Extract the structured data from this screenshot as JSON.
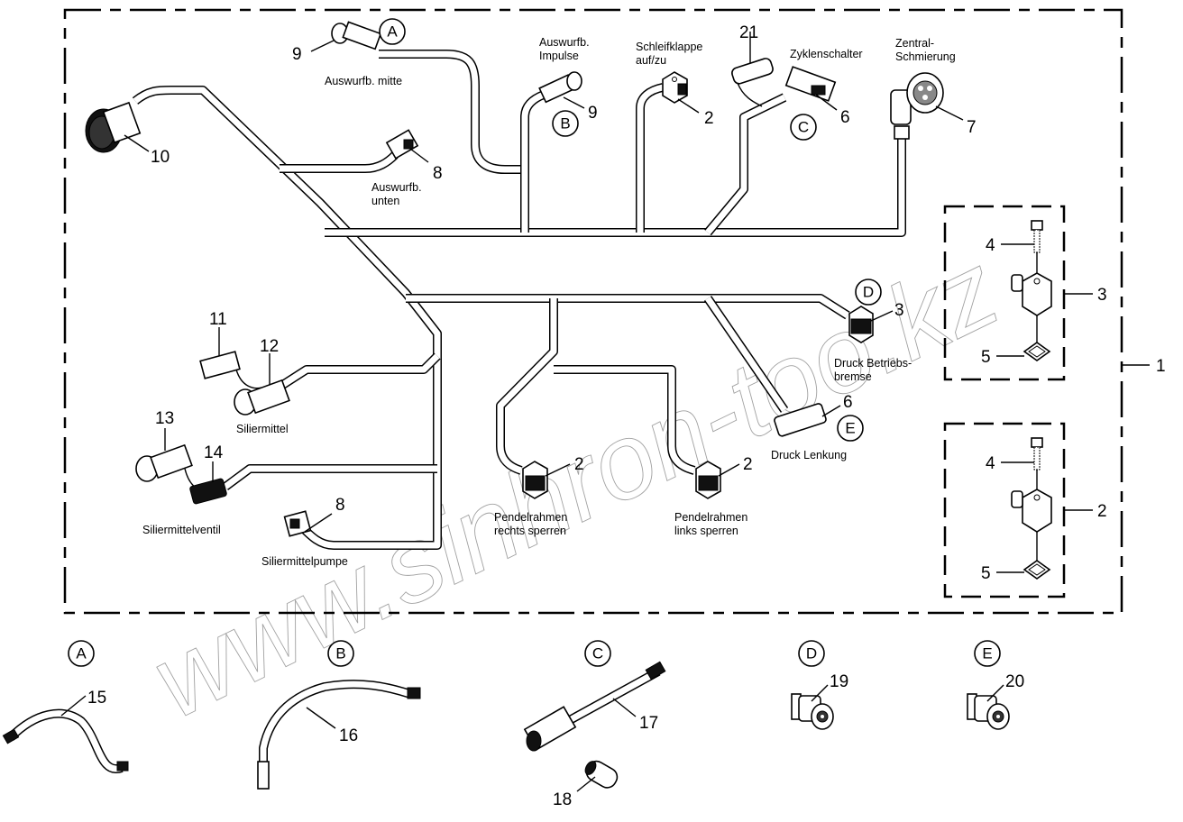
{
  "diagram": {
    "type": "wiring-harness-exploded-view",
    "watermark": "www.sinhron-too.kz",
    "assembly_callout": "1",
    "main_connectors": [
      {
        "num": "9",
        "label": "Auswurfb. mitte",
        "detail": "A"
      },
      {
        "num": "9",
        "label": "Auswurfb. Impulse",
        "detail": "B"
      },
      {
        "num": "2",
        "label": "Schleifklappe auf/zu"
      },
      {
        "num": "21",
        "label": ""
      },
      {
        "num": "6",
        "label": "Zyklenschalter",
        "detail": "C"
      },
      {
        "num": "7",
        "label": "Zentral- Schmierung"
      },
      {
        "num": "10",
        "label": ""
      },
      {
        "num": "8",
        "label": "Auswurfb. unten"
      },
      {
        "num": "3",
        "label": "Druck Betriebs- bremse",
        "detail": "D"
      },
      {
        "num": "6",
        "label": "Druck Lenkung",
        "detail": "E"
      },
      {
        "num": "11",
        "label": ""
      },
      {
        "num": "12",
        "label": "Siliermittel"
      },
      {
        "num": "13",
        "label": ""
      },
      {
        "num": "14",
        "label": "Siliermittelventil"
      },
      {
        "num": "8",
        "label": "Siliermittelpumpe"
      },
      {
        "num": "2",
        "label": "Pendelrahmen rechts sperren"
      },
      {
        "num": "2",
        "label": "Pendelrahmen links sperren"
      }
    ],
    "texts": {
      "auswurf_mitte": "Auswurfb. mitte",
      "auswurf_impulse_1": "Auswurfb.",
      "auswurf_impulse_2": "Impulse",
      "schleif_1": "Schleifklappe",
      "schleif_2": "auf/zu",
      "zyklen": "Zyklenschalter",
      "zentral_1": "Zentral-",
      "zentral_2": "Schmierung",
      "auswurf_unten_1": "Auswurfb.",
      "auswurf_unten_2": "unten",
      "druck_bremse_1": "Druck Betriebs-",
      "druck_bremse_2": "bremse",
      "druck_lenkung": "Druck Lenkung",
      "siliermittel": "Siliermittel",
      "siliermittelventil": "Siliermittelventil",
      "siliermittelpumpe": "Siliermittelpumpe",
      "pendel_r_1": "Pendelrahmen",
      "pendel_r_2": "rechts sperren",
      "pendel_l_1": "Pendelrahmen",
      "pendel_l_2": "links sperren"
    },
    "numbers": {
      "n9a": "9",
      "n9b": "9",
      "n2a": "2",
      "n21": "21",
      "n6a": "6",
      "n7": "7",
      "n10": "10",
      "n8a": "8",
      "n3a": "3",
      "n6b": "6",
      "n11": "11",
      "n12": "12",
      "n13": "13",
      "n14": "14",
      "n8b": "8",
      "n2b": "2",
      "n2c": "2",
      "n1": "1",
      "kit3_bolt": "4",
      "kit3_seal": "5",
      "kit3": "3",
      "kit2_bolt": "4",
      "kit2_seal": "5",
      "kit2": "2",
      "n15": "15",
      "n16": "16",
      "n17": "17",
      "n18": "18",
      "n19": "19",
      "n20": "20"
    },
    "detail_markers": {
      "A": "A",
      "B": "B",
      "C": "C",
      "D": "D",
      "E": "E"
    },
    "detail_views": [
      {
        "marker": "A",
        "parts": [
          "15"
        ]
      },
      {
        "marker": "B",
        "parts": [
          "16"
        ]
      },
      {
        "marker": "C",
        "parts": [
          "17",
          "18"
        ]
      },
      {
        "marker": "D",
        "parts": [
          "19"
        ]
      },
      {
        "marker": "E",
        "parts": [
          "20"
        ]
      }
    ],
    "kits": [
      {
        "callout": "3",
        "parts": [
          "4",
          "5"
        ]
      },
      {
        "callout": "2",
        "parts": [
          "4",
          "5"
        ]
      }
    ]
  }
}
